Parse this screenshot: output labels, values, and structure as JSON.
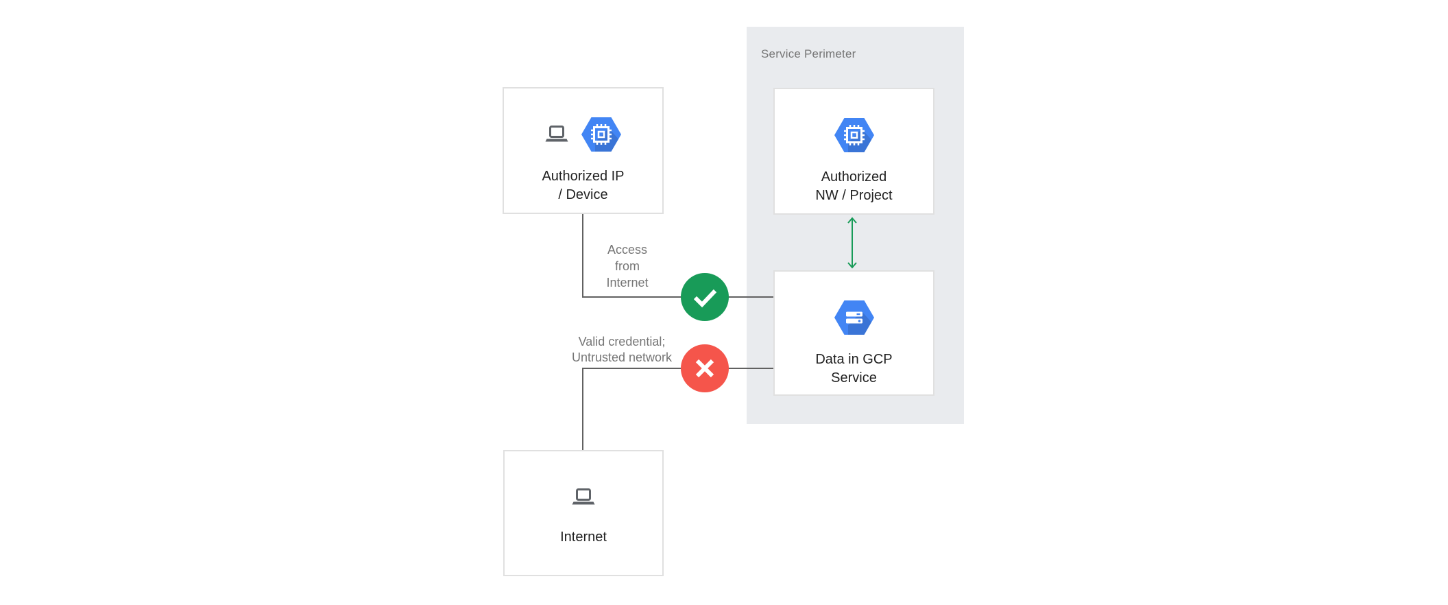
{
  "colors": {
    "page-bg": "#ffffff",
    "perimeter-bg": "#e9ebee",
    "box-border": "#e0e0e0",
    "line": "#616161",
    "text-dark": "#212121",
    "text-gray": "#757575",
    "green": "#189b58",
    "red": "#f5554b",
    "gcp-blue": "#4285f4",
    "icon-gray": "#5f6368"
  },
  "perimeter": {
    "label": "Service Perimeter"
  },
  "nodes": [
    {
      "id": "authorized-ip-device",
      "label_lines": [
        "Authorized IP",
        "/ Device"
      ],
      "icons": [
        "laptop-icon",
        "gcp-hexagon-chip-icon"
      ]
    },
    {
      "id": "authorized-nw-project",
      "label_lines": [
        "Authorized",
        "NW / Project"
      ],
      "icons": [
        "gcp-hexagon-chip-icon"
      ]
    },
    {
      "id": "data-in-gcp-service",
      "label_lines": [
        "Data in GCP",
        "Service"
      ],
      "icons": [
        "gcp-hexagon-storage-icon"
      ]
    },
    {
      "id": "internet",
      "label_lines": [
        "Internet"
      ],
      "icons": [
        "laptop-icon"
      ]
    }
  ],
  "connectors": [
    {
      "id": "access-from-internet",
      "status": "allowed",
      "status_icon": "check-icon",
      "label_lines": [
        "Access",
        "from",
        "Internet"
      ]
    },
    {
      "id": "valid-credential-untrusted-network",
      "status": "denied",
      "status_icon": "x-icon",
      "label_lines": [
        "Valid credential;",
        "Untrusted network"
      ]
    }
  ]
}
